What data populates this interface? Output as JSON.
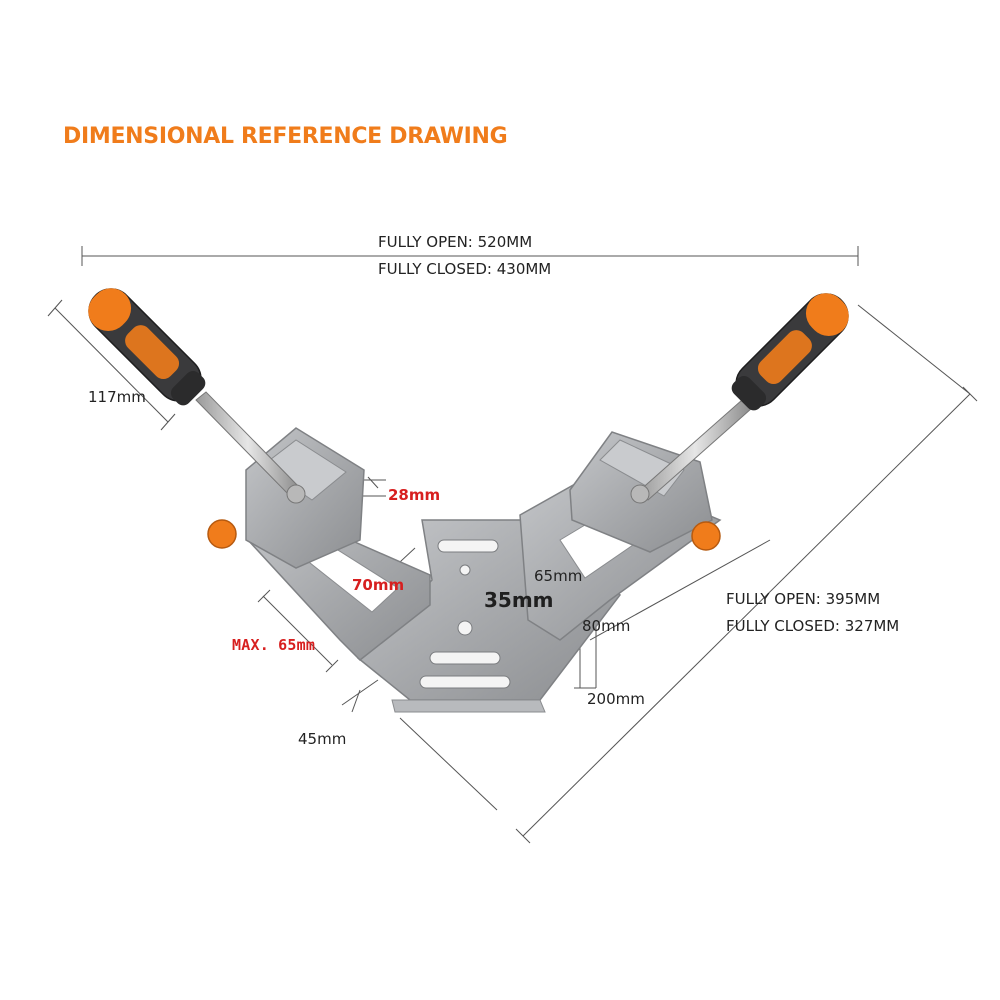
{
  "heading": "DIMENSIONAL REFERENCE DRAWING",
  "colors": {
    "accent": "#F07C1B",
    "red_label": "#D71F1F",
    "aluminum": "#A7A9AC",
    "aluminum_dark": "#8A8C8F",
    "handle_dark": "#3A3A3C",
    "line": "#555555"
  },
  "dimensions": {
    "width_open": "FULLY OPEN: 520MM",
    "width_closed": "FULLY CLOSED: 430MM",
    "arm_open": "FULLY OPEN: 395MM",
    "arm_closed": "FULLY CLOSED: 327MM",
    "handle_length": "117mm",
    "jaw_height": "28mm",
    "jaw_depth": "70mm",
    "max_opening": "MAX. 65mm",
    "base_height": "45mm",
    "inner_width": "65mm",
    "center_gap": "35mm",
    "base_depth": "80mm",
    "base_length": "200mm"
  }
}
